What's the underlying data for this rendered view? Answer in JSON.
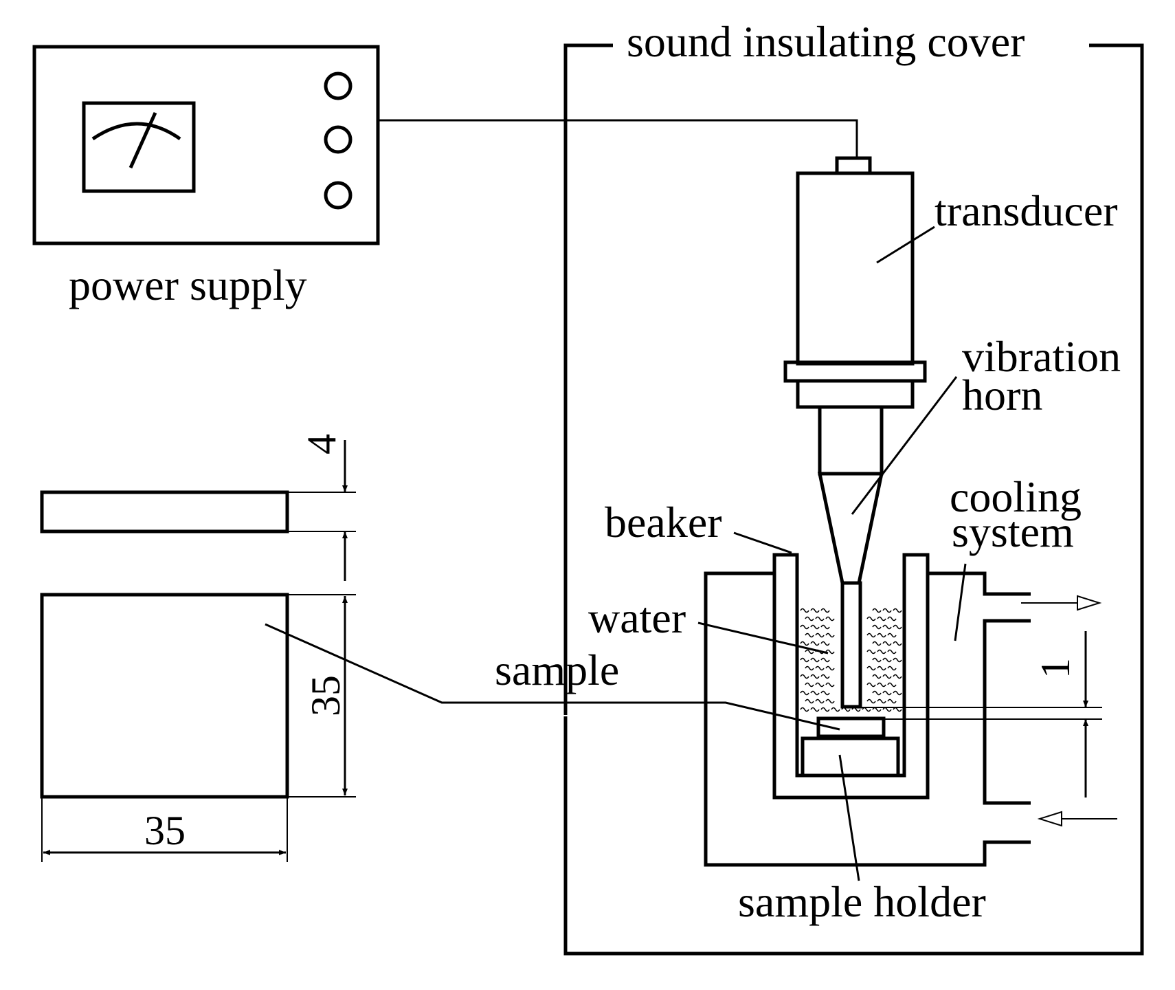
{
  "labels": {
    "cover": "sound insulating cover",
    "power_supply": "power supply",
    "transducer": "transducer",
    "vibration": "vibration",
    "horn": "horn",
    "beaker": "beaker",
    "cooling": "cooling",
    "system": "system",
    "water": "water",
    "sample": "sample",
    "sample_holder": "sample holder"
  },
  "dimensions": {
    "thickness": "4",
    "height": "35",
    "width": "35",
    "gap": "1"
  }
}
